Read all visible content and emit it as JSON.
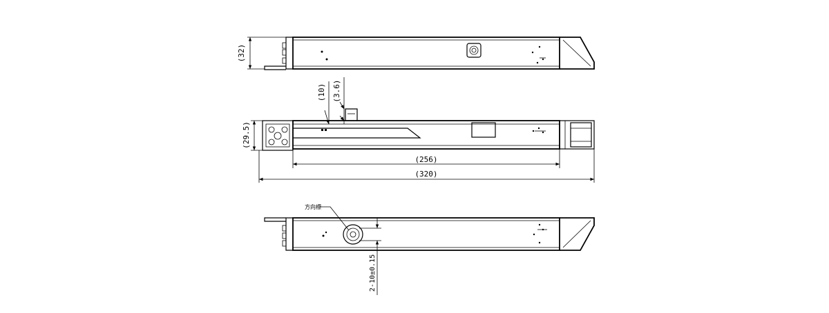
{
  "dimensions": {
    "top_height": "(32)",
    "mid_10": "(10)",
    "mid_3_6": "(3.6)",
    "mid_height": "(29.5)",
    "length_256": "(256)",
    "length_320": "(320)",
    "hole_spec": "2-10±0.15"
  },
  "labels": {
    "direction_mark": "方向標"
  }
}
